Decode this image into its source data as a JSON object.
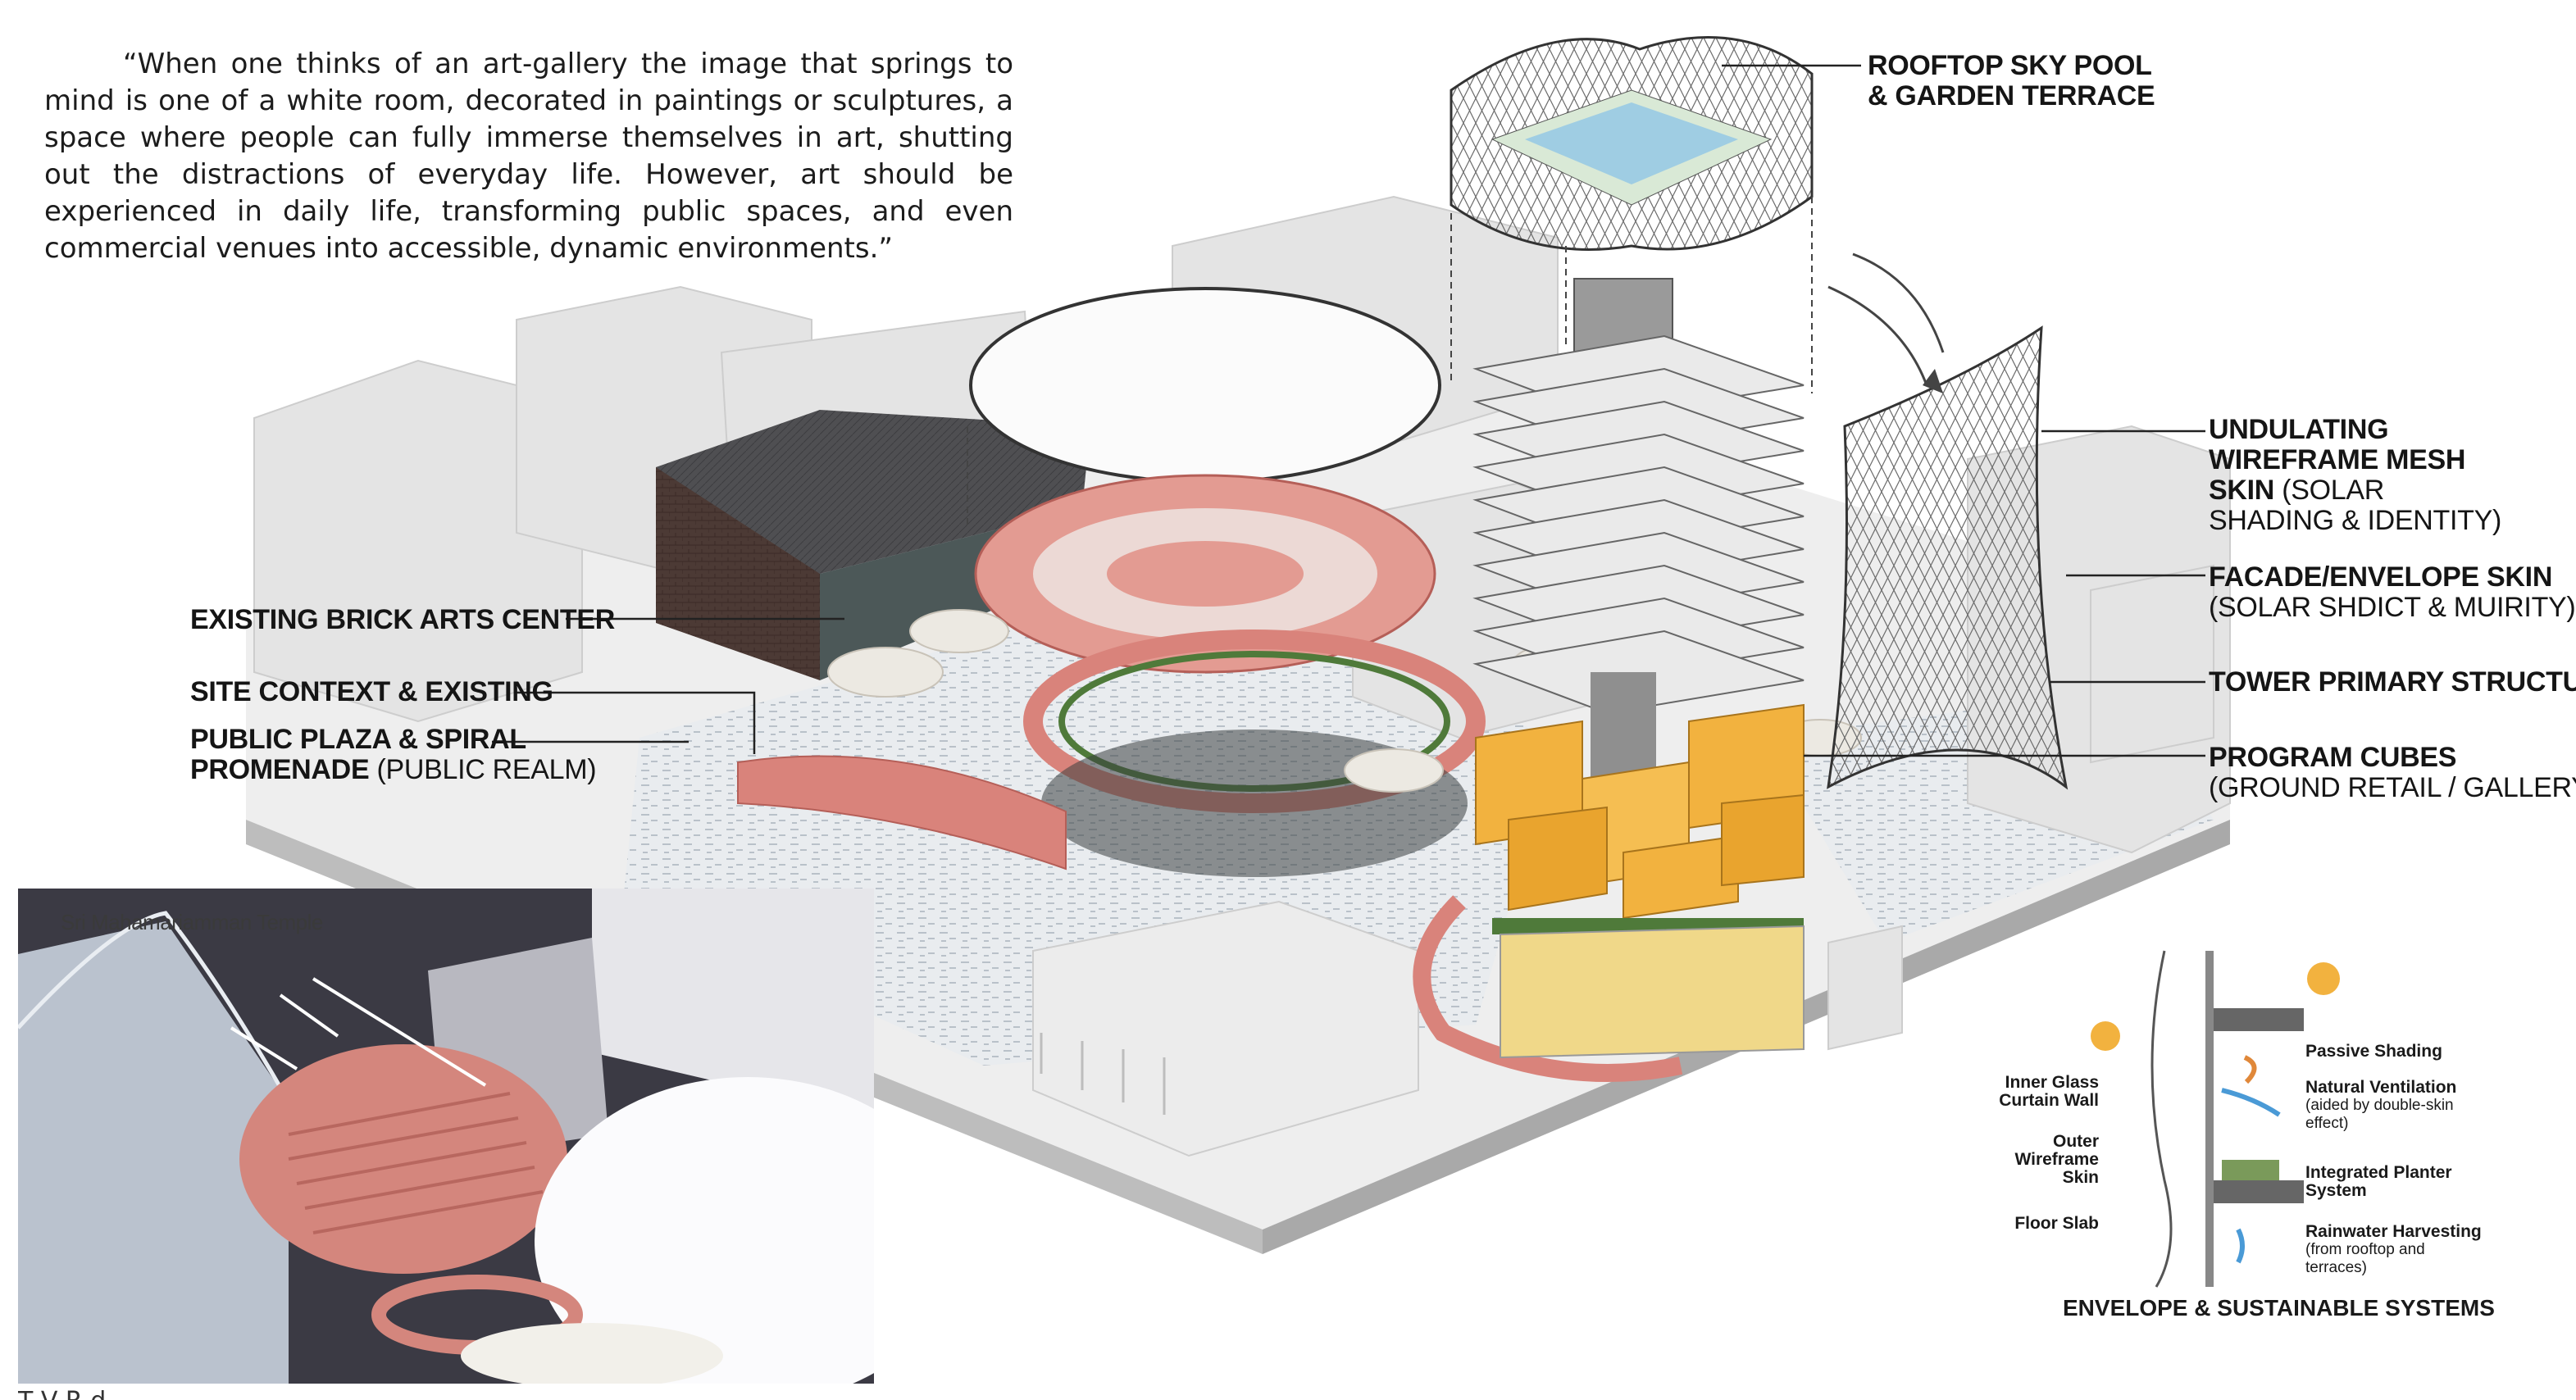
{
  "quote": "“When one thinks of an art-gallery the image that springs to mind is one of a white room, decorated in paintings or sculptures, a space where people can fully immerse themselves in art, shutting out the distractions of everyday life. However, art should be experienced in daily life, transforming public spaces, and even commercial venues into accessible, dynamic environments.”",
  "callouts": {
    "rooftop_pool": "ROOFTOP SKY POOL",
    "rooftop_terrace": "& GARDEN TERRACE",
    "mesh_line1": "UNDULATING",
    "mesh_line2": "WIREFRAME MESH",
    "mesh_line3_bold": "SKIN",
    "mesh_line3_norm": " (SOLAR",
    "mesh_line4": "SHADING & IDENTITY)",
    "facade_line1": "FACADE/ENVELOPE SKIN",
    "facade_line2": "(SOLAR SHDICT & MUIRITY)",
    "tower": "TOWER PRIMARY STRUCTURE",
    "program_line1": "PROGRAM CUBES",
    "program_line2": "(GROUND RETAIL / GALLERY)",
    "brick": "EXISTING BRICK ARTS CENTER",
    "site": "SITE CONTEXT & EXISTING",
    "plaza_line1": "PUBLIC PLAZA & SPIRAL",
    "plaza_line2_bold": "PROMENADE",
    "plaza_line2_norm": " (PUBLIC REALM)"
  },
  "systems": {
    "title": "ENVELOPE & SUSTAINABLE SYSTEMS",
    "passive_shading": "Passive Shading",
    "natural_ventilation": "Natural Ventilation",
    "natural_ventilation_note": "(aided by double-skin effect)",
    "planter": "Integrated Planter",
    "planter_2": "System",
    "rainwater": "Rainwater Harvesting",
    "rainwater_note": "(from rooftop and terraces)",
    "inner_glass_1": "Inner Glass",
    "inner_glass_2": "Curtain Wall",
    "outer_wire_1": "Outer",
    "outer_wire_2": "Wireframe",
    "outer_wire_3": "Skin",
    "floor_slab": "Floor Slab"
  },
  "inset": {
    "label": "Sri Mahamariamman Temple"
  },
  "bottom_caption": "T                V                   R          d",
  "colors": {
    "promenade": "#d9837b",
    "cubes": "#f2b23f",
    "brick": "#4a3530",
    "context": "#d8d8d8",
    "ground": "#cfcfcf"
  }
}
